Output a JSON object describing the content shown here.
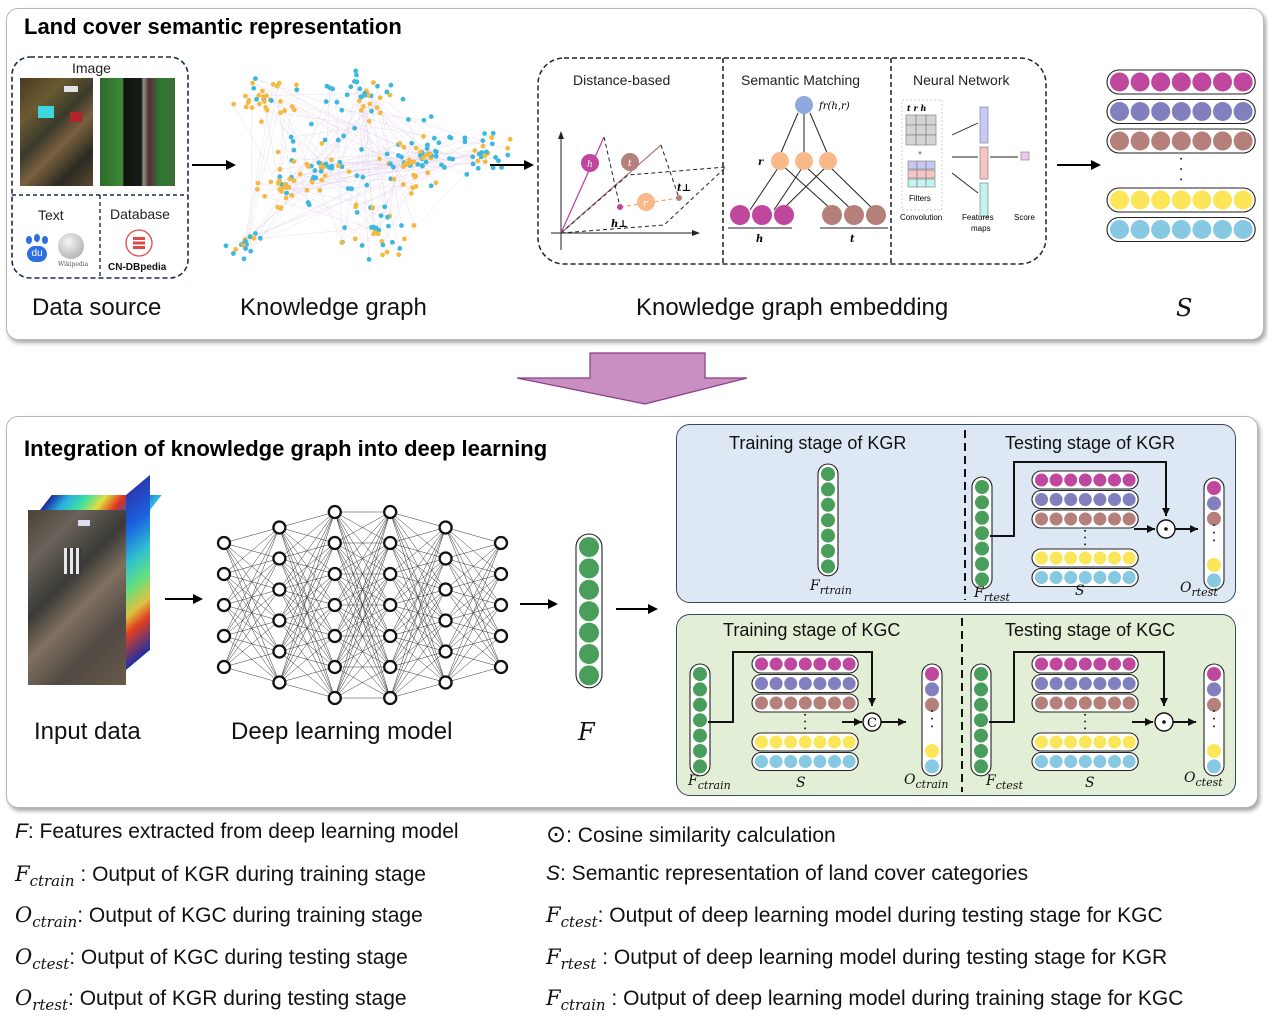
{
  "top_panel": {
    "title": "Land cover semantic representation",
    "data_source": {
      "image_label": "Image",
      "text_label": "Text",
      "database_label": "Database",
      "database_name": "CN-DBpedia",
      "text_sources": [
        "baidu-icon",
        "wikipedia-icon"
      ],
      "wiki_caption": "Wikipedia",
      "baidu_glyph": "du",
      "caption": "Data source"
    },
    "knowledge_graph": {
      "caption": "Knowledge graph",
      "node_colors": [
        "#f5b942",
        "#3bb9dc"
      ]
    },
    "embedding": {
      "caption": "Knowledge graph embedding",
      "distance_based": {
        "title": "Distance-based",
        "labels": [
          "h",
          "t",
          "r",
          "h⊥",
          "t⊥"
        ]
      },
      "semantic_matching": {
        "title": "Semantic Matching",
        "score_label": "fr(h,r)",
        "r_label": "r",
        "h_label": "h",
        "t_label": "t"
      },
      "neural_network": {
        "title": "Neural Network",
        "input_cols": "t  r  h",
        "filters": "Filters",
        "convolution": "Convolution",
        "features": "Features",
        "maps": "maps",
        "score": "Score"
      }
    },
    "s_caption": "S"
  },
  "bottom_panel": {
    "title": "Integration of knowledge graph into deep learning",
    "input_caption": "Input data",
    "model_caption": "Deep learning model",
    "model_layers": [
      5,
      6,
      7,
      7,
      6,
      5
    ],
    "f_caption": "F",
    "kgr": {
      "train_title": "Training stage of KGR",
      "test_title": "Testing stage of KGR",
      "train_label": {
        "base": "F",
        "sub": "rtrain"
      },
      "test_in_label": {
        "base": "F",
        "sub": "rtest"
      },
      "s_label": "S",
      "out_label": {
        "base": "O",
        "sub": "rtest"
      },
      "operator": "⊙",
      "bg": "#dde8f4"
    },
    "kgc": {
      "train_title": "Training stage of KGC",
      "test_title": "Testing stage of KGC",
      "train_in_label": {
        "base": "F",
        "sub": "ctrain"
      },
      "train_out_label": {
        "base": "O",
        "sub": "ctrain"
      },
      "test_in_label": {
        "base": "F",
        "sub": "ctest"
      },
      "test_out_label": {
        "base": "O",
        "sub": "ctest"
      },
      "s_label": "S",
      "train_operator": "C",
      "test_operator": "⊙",
      "bg": "#e3eed6"
    }
  },
  "semantic_colors": [
    "#c0479e",
    "#8080bf",
    "#b57f7a",
    "#fbe65a",
    "#87c8e3"
  ],
  "feature_color": "#4a9e5c",
  "arrow_color": "#c88fc0",
  "legend": {
    "left": [
      {
        "sym": "F",
        "sub": "",
        "text": ": Features extracted from deep learning model",
        "plain_italic": true
      },
      {
        "sym": "F",
        "sub": "ctrain",
        "text": " : Output of KGR during training stage"
      },
      {
        "sym": "O",
        "sub": "ctrain",
        "text": ": Output of KGC during training stage"
      },
      {
        "sym": "O",
        "sub": "ctest",
        "text": ": Output of KGC during testing stage"
      },
      {
        "sym": "O",
        "sub": "rtest",
        "text": ": Output of KGR during testing stage"
      }
    ],
    "right": [
      {
        "sym": "⊙",
        "sub": "",
        "text": ": Cosine similarity calculation",
        "operator": true
      },
      {
        "sym": "S",
        "sub": "",
        "text": ": Semantic representation of land cover categories",
        "plain_italic": true
      },
      {
        "sym": "F",
        "sub": "ctest",
        "text": ": Output of deep learning model during testing stage for KGC"
      },
      {
        "sym": "F",
        "sub": "rtest",
        "text": " : Output of deep learning model during testing stage for KGR"
      },
      {
        "sym": "F",
        "sub": "ctrain",
        "text": " : Output of deep learning model during training stage for KGC"
      }
    ]
  }
}
